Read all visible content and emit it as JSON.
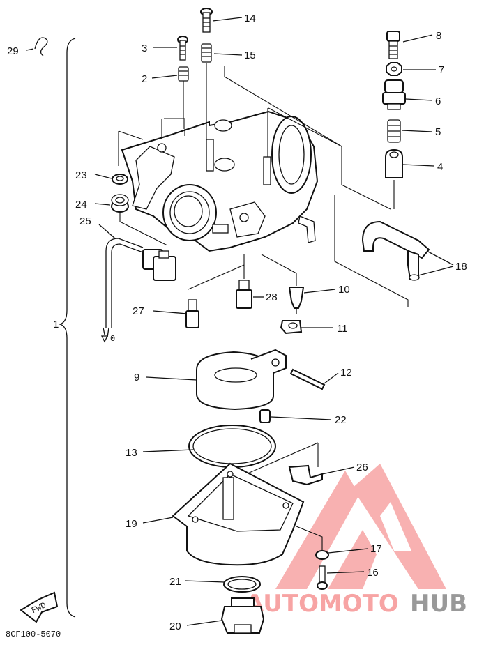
{
  "diagram": {
    "code": "8CF100-5070",
    "fwd_label": "FWD",
    "wire_end_label": "0",
    "watermark": {
      "part1": "AUTOMOTO",
      "part2": "HUB",
      "color1": "#f7a4a4",
      "color2": "#999999"
    },
    "callouts": {
      "c1": "1",
      "c2": "2",
      "c3": "3",
      "c4": "4",
      "c5": "5",
      "c6": "6",
      "c7": "7",
      "c8": "8",
      "c9": "9",
      "c10": "10",
      "c11": "11",
      "c12": "12",
      "c13": "13",
      "c14": "14",
      "c15": "15",
      "c16": "16",
      "c17": "17",
      "c18": "18",
      "c19": "19",
      "c20": "20",
      "c21": "21",
      "c22": "22",
      "c23": "23",
      "c24": "24",
      "c25": "25",
      "c26": "26",
      "c27": "27",
      "c28": "28",
      "c29": "29"
    }
  }
}
